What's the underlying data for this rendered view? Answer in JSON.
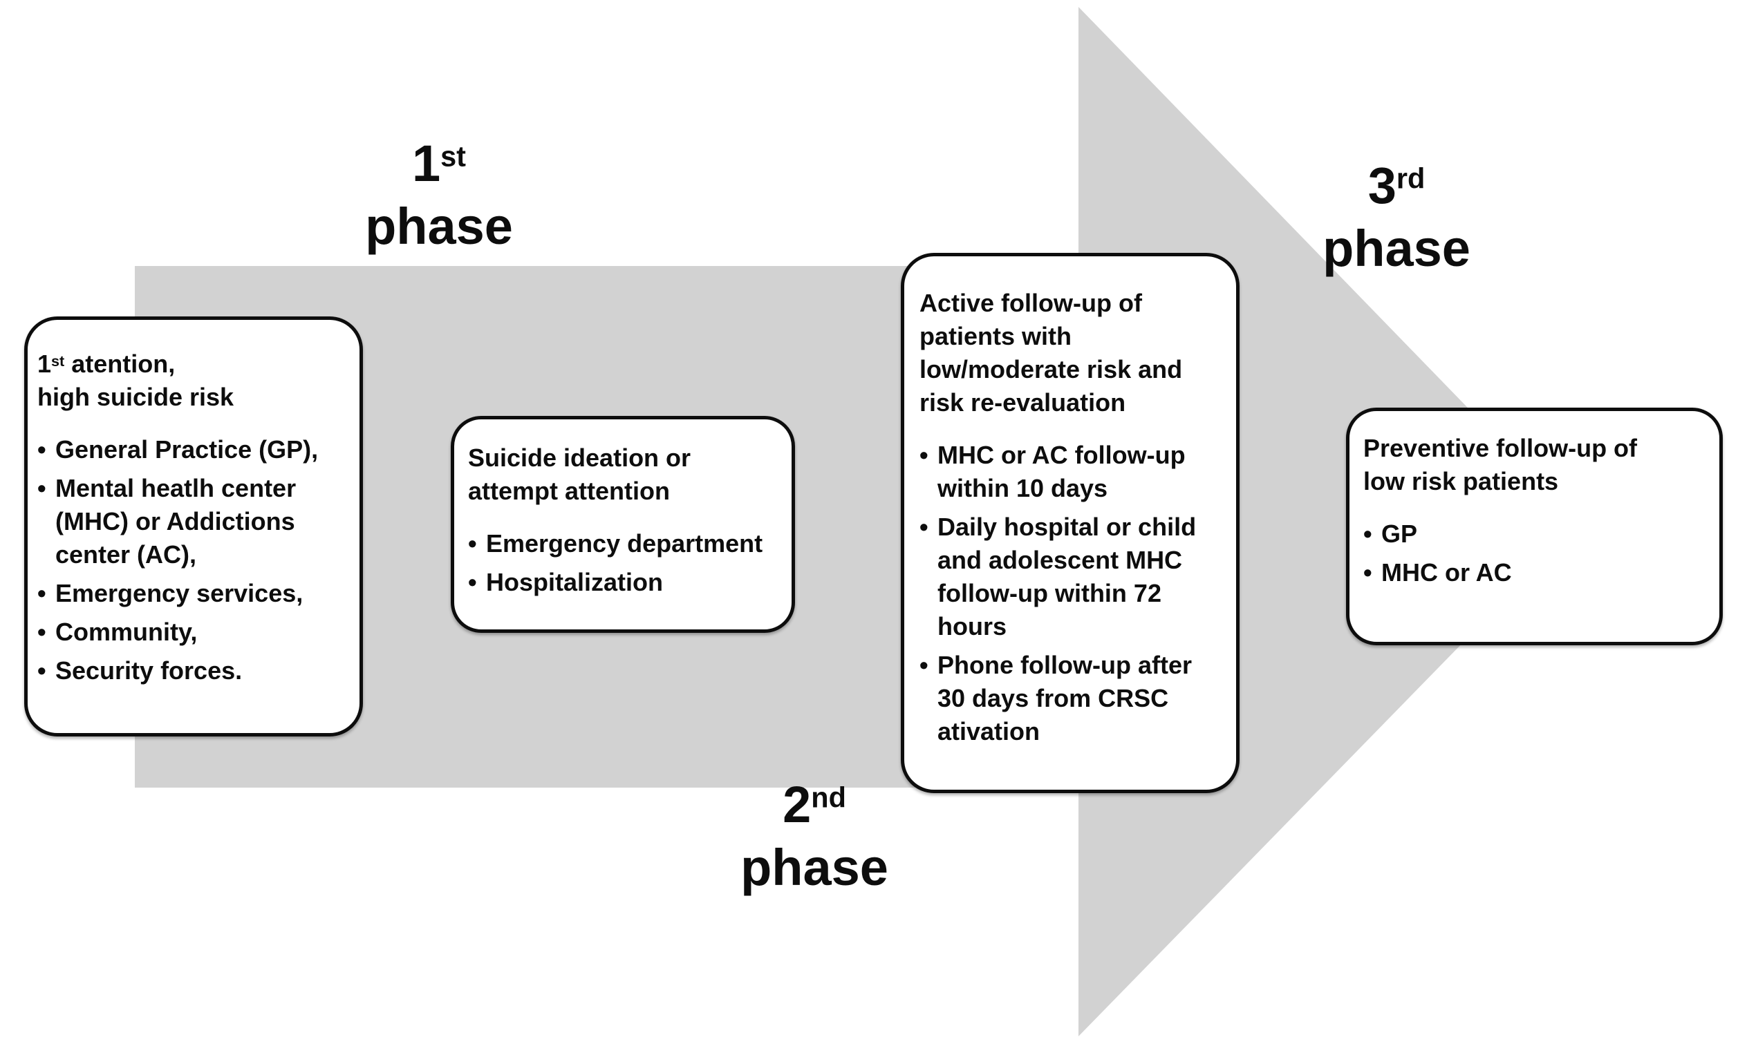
{
  "colors": {
    "background": "#ffffff",
    "arrow": "#d2d2d2",
    "box_fill": "#ffffff",
    "box_border": "#0d0d0d",
    "text": "#0d0d0d"
  },
  "bullet_glyph": "•",
  "phases": [
    {
      "number": "1",
      "ordinal": "st",
      "word": "phase"
    },
    {
      "number": "2",
      "ordinal": "nd",
      "word": "phase"
    },
    {
      "number": "3",
      "ordinal": "rd",
      "word": "phase"
    }
  ],
  "boxes": [
    {
      "name": "first-attention-high-suicide-risk",
      "heading_num": "1",
      "heading_sup": "st",
      "heading_rest": " atention,",
      "heading_line2": "high suicide risk",
      "bullets": [
        "General Practice (GP),",
        "Mental heatlh center (MHC) or Addictions center (AC),",
        "Emergency services,",
        "Community,",
        "Security forces."
      ]
    },
    {
      "name": "suicide-ideation-attempt-attention",
      "heading_lines": [
        "Suicide ideation or",
        "attempt attention"
      ],
      "bullets": [
        "Emergency department",
        "Hospitalization"
      ]
    },
    {
      "name": "active-follow-up",
      "heading_lines": [
        "Active follow-up of",
        "patients with",
        "low/moderate risk and",
        "risk re-evaluation"
      ],
      "bullets": [
        "MHC or AC follow-up within 10 days",
        "Daily hospital or child and adolescent MHC follow-up within 72 hours",
        "Phone follow-up after 30 days from CRSC ativation"
      ]
    },
    {
      "name": "preventive-follow-up",
      "heading_lines": [
        "Preventive follow-up of",
        "low risk patients"
      ],
      "bullets": [
        "GP",
        "MHC or AC"
      ]
    }
  ]
}
